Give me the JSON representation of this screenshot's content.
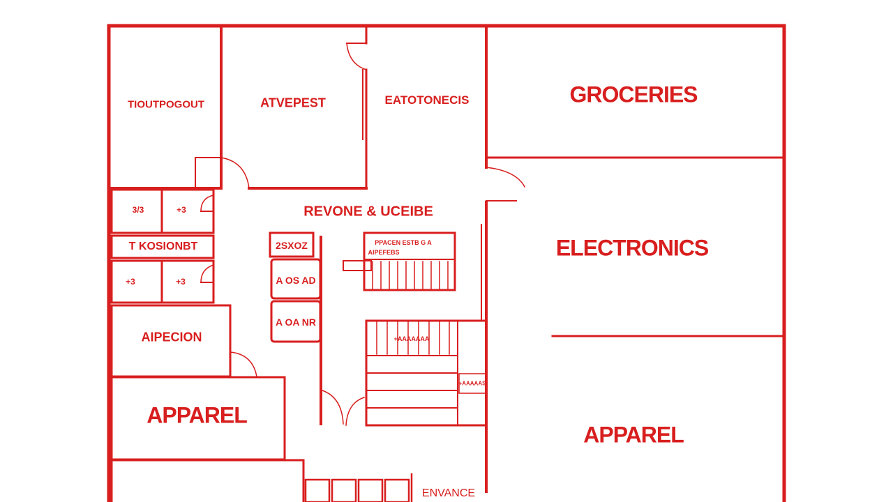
{
  "theme": {
    "line_color": "#d81e1e",
    "background": "#ffffff"
  },
  "rooms": {
    "top_left": "TIOUTPOGOUT",
    "top_middle": "ATVEPEST",
    "top_center_right": "EATOTONECIS",
    "groceries": "GROCERIES",
    "electronics": "ELECTRONICS",
    "apparel_left": "APPAREL",
    "apparel_right": "APPAREL",
    "reception": "AIPECION",
    "central": "REVONE & UCEIBE",
    "kiosk": "T KOSIONBT",
    "small_a": "3/3",
    "small_b": "+3",
    "small_c": "+3",
    "small_d": "+3",
    "counter_top": "2SXOZ",
    "counter_mid": "A OS AD",
    "counter_low": "A OA NR",
    "shelf_sign": "PPACEN ESTB G A",
    "shelf_sign_2": "AIPEFEBS",
    "stair_sign": "+AAAAAAA",
    "side_sign": "+AAAAAS",
    "entrance": "ENVANCE"
  }
}
